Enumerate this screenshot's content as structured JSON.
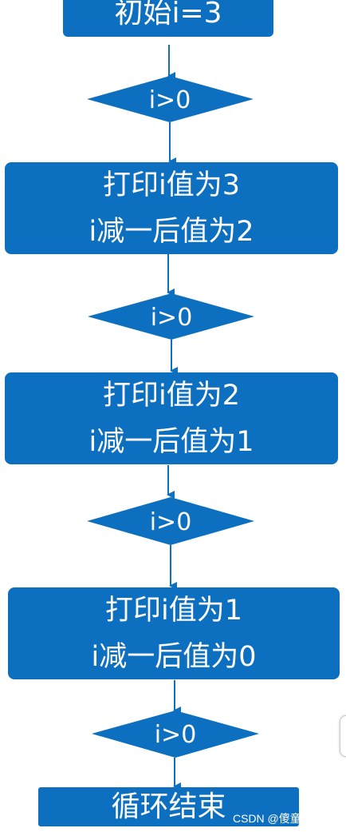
{
  "colors": {
    "shape_fill": "#0d6fbf",
    "text": "#ffffff",
    "connector": "#0d6fbf"
  },
  "flow": {
    "start": "初始i=3",
    "condition": "i>0",
    "steps": [
      {
        "print": "打印i值为3",
        "decrement": "i减一后值为2"
      },
      {
        "print": "打印i值为2",
        "decrement": "i减一后值为1"
      },
      {
        "print": "打印i值为1",
        "decrement": "i减一后值为0"
      }
    ],
    "end": "循环结束"
  },
  "watermark": "CSDN @傻童:CPU"
}
